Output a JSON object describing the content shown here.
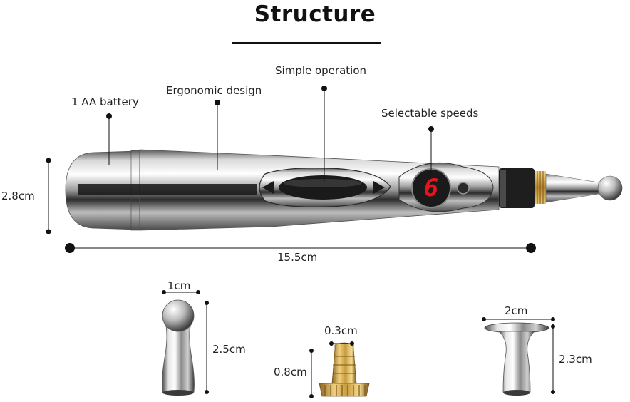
{
  "title": "Structure",
  "callouts": {
    "battery": "1 AA battery",
    "ergonomic": "Ergonomic design",
    "operation": "Simple operation",
    "speeds": "Selectable speeds"
  },
  "display_digit": "6",
  "dimensions": {
    "pen_height": "2.8cm",
    "pen_length": "15.5cm",
    "ball_tip_width": "1cm",
    "ball_tip_height": "2.5cm",
    "needle_tip_width": "0.3cm",
    "needle_tip_height": "0.8cm",
    "flat_tip_width": "2cm",
    "flat_tip_height": "2.3cm"
  },
  "colors": {
    "chrome_dark": "#3a3a3a",
    "chrome_light": "#f2f2f2",
    "display_red": "#e8141c",
    "brass": "#c8a040"
  }
}
